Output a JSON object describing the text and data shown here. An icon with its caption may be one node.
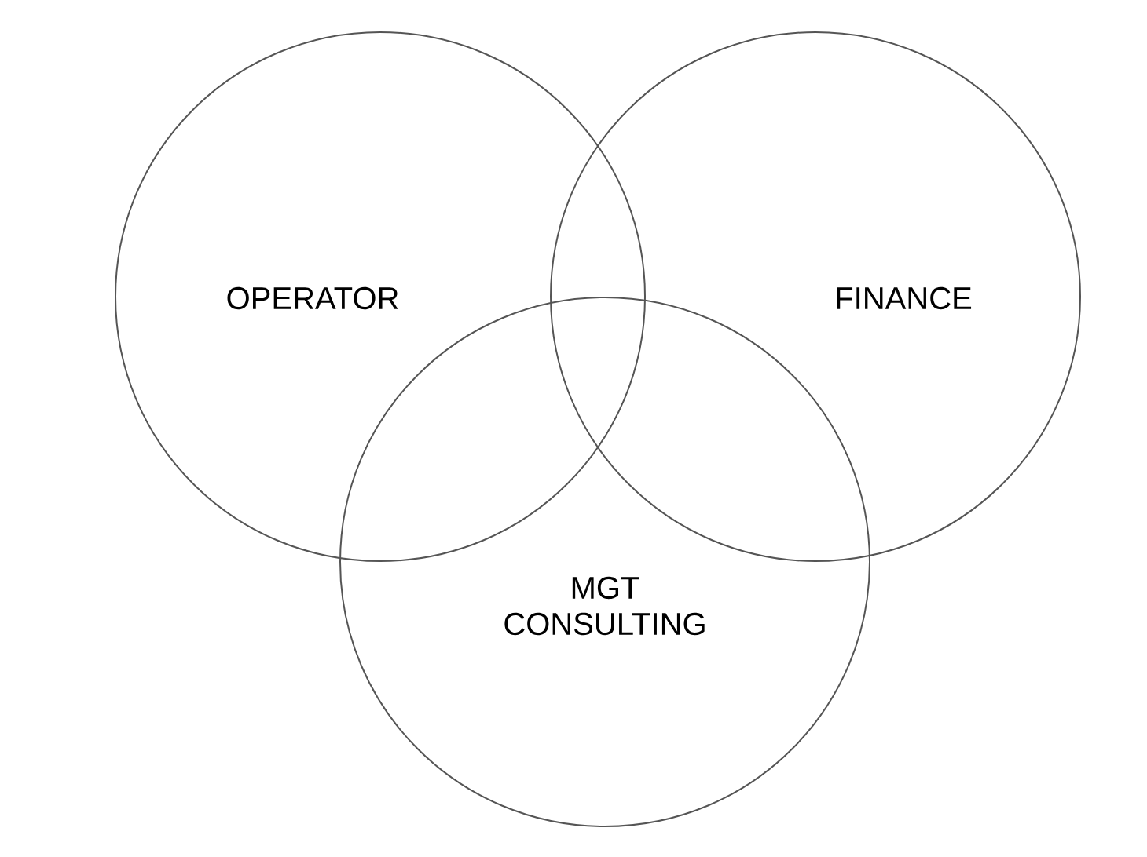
{
  "diagram": {
    "nodes": [
      {
        "text": [
          "OPERATOR"
        ]
      },
      {
        "text": [
          "FINANCE"
        ]
      },
      {
        "text": [
          "MGT CONSULTING"
        ]
      }
    ]
  }
}
